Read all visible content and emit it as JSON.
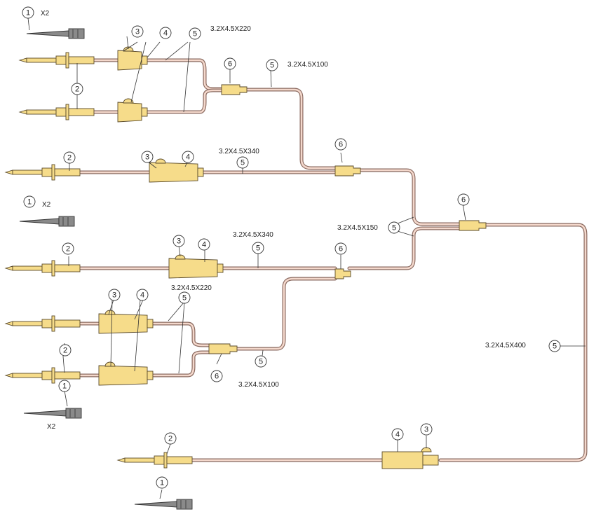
{
  "dimensions": {
    "d_top": "3.2X4.5X220",
    "d_y1_out": "3.2X4.5X100",
    "d_straight_upper": "3.2X4.5X340",
    "d_mid": "3.2X4.5X150",
    "d_straight_lower": "3.2X4.5X340",
    "d_lower_in": "3.2X4.5X220",
    "d_y2_out": "3.2X4.5X100",
    "d_long": "3.2X4.5X400"
  },
  "quantities": {
    "q_cap_top": "X2",
    "q_cap_mid": "X2",
    "q_cap_lower": "X2"
  },
  "callouts": {
    "cap": "1",
    "spike": "2",
    "clamp": "3",
    "chamber": "4",
    "tube": "5",
    "connector": "6"
  },
  "colors": {
    "tube_outline": "#8a6a60",
    "tube_fill": "#f4d8cc",
    "part_fill": "#f6dc8a",
    "cap_fill": "#8a8a8a"
  }
}
